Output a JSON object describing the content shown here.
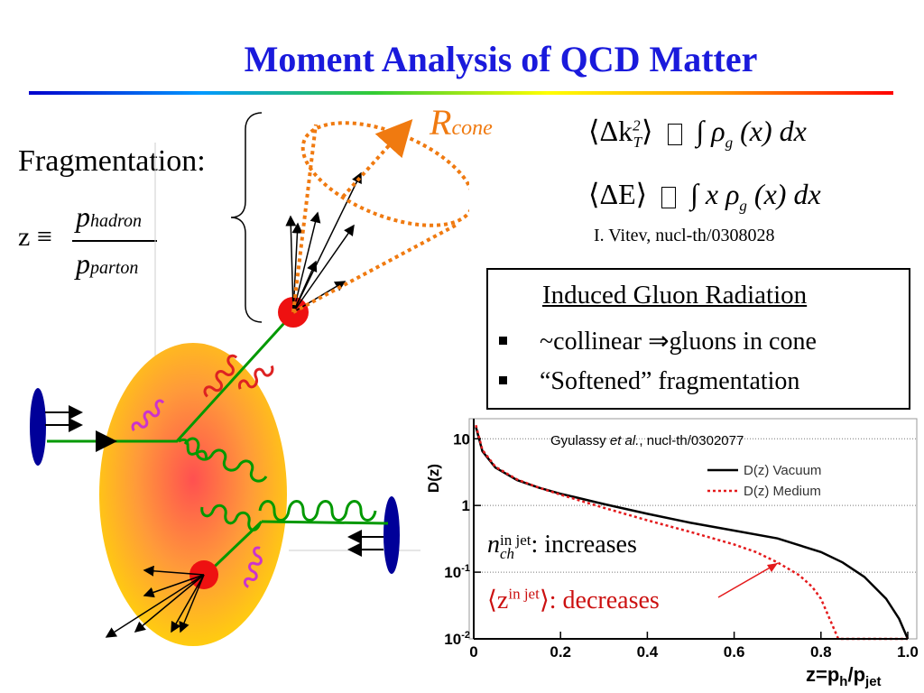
{
  "slide": {
    "title": "Moment Analysis of QCD Matter"
  },
  "left": {
    "fragmentation_label": "Fragmentation:",
    "z_symbol": "z ≡",
    "numerator": "p",
    "numerator_sub": "hadron",
    "denominator": "p",
    "denominator_sub": "parton"
  },
  "diagram": {
    "rcone_main": "R",
    "rcone_sub": "cone"
  },
  "formulas": {
    "kt_lhs": "⟨Δk",
    "kt_sup": "2",
    "kt_sub": "T",
    "kt_close": "⟩",
    "kt_rhs": "∫ ρ",
    "kt_rhs_sub": "g",
    "kt_tail": "(x) dx",
    "e_lhs": "⟨ΔE⟩",
    "e_rhs": "∫ x ρ",
    "e_rhs_sub": "g",
    "e_tail": "(x) dx",
    "reference": "I. Vitev, nucl-th/0308028"
  },
  "box": {
    "heading": "Induced Gluon Radiation",
    "bullets": [
      "~collinear ⇒gluons in cone",
      "“Softened” fragmentation"
    ]
  },
  "chart_data": {
    "type": "line",
    "title": "Gyulassy et al., nucl-th/0302077",
    "title_plain": "Gyulassy ",
    "title_italic": "et al.",
    "title_rest": ", nucl-th/0302077",
    "xlabel": "z=p",
    "xlabel_sub1": "h",
    "xlabel_mid": "/p",
    "xlabel_sub2": "jet",
    "ylabel": "D(z)",
    "log_y": true,
    "xlim": [
      0,
      1
    ],
    "ylim": [
      0.01,
      20
    ],
    "x_ticks": [
      "0",
      "0.2",
      "0.4",
      "0.6",
      "0.8",
      "1.0"
    ],
    "y_ticks": [
      {
        "base": "10",
        "exp": "",
        "value": 10
      },
      {
        "base": "1",
        "exp": "",
        "value": 1
      },
      {
        "base": "10",
        "exp": "-1",
        "value": 0.1
      },
      {
        "base": "10",
        "exp": "-2",
        "value": 0.01
      }
    ],
    "legend": {
      "placement": "top-right",
      "entries": [
        "D(z) Vacuum",
        "D(z) Medium"
      ]
    },
    "series": [
      {
        "name": "D(z) Vacuum",
        "color": "#000000",
        "style": "solid",
        "x": [
          0.005,
          0.02,
          0.05,
          0.1,
          0.15,
          0.2,
          0.3,
          0.4,
          0.5,
          0.6,
          0.7,
          0.8,
          0.85,
          0.9,
          0.95,
          0.98,
          1.0
        ],
        "y": [
          15,
          6.5,
          3.7,
          2.4,
          1.85,
          1.5,
          1.05,
          0.75,
          0.55,
          0.42,
          0.32,
          0.2,
          0.14,
          0.085,
          0.04,
          0.02,
          0.01
        ]
      },
      {
        "name": "D(z) Medium",
        "color": "#e41a1c",
        "style": "dashed",
        "x": [
          0.005,
          0.02,
          0.05,
          0.1,
          0.15,
          0.2,
          0.3,
          0.4,
          0.5,
          0.6,
          0.65,
          0.7,
          0.75,
          0.78,
          0.8,
          0.82,
          0.84,
          1.0
        ],
        "y": [
          16,
          6.8,
          3.8,
          2.45,
          1.85,
          1.45,
          0.92,
          0.6,
          0.4,
          0.26,
          0.2,
          0.14,
          0.09,
          0.06,
          0.04,
          0.02,
          0.01,
          0.01
        ]
      }
    ]
  },
  "chart_annotations": {
    "nch": "n",
    "nch_sup": "in jet",
    "nch_sub": "ch",
    "nch_text": ":  increases",
    "z_open": "⟨z",
    "z_sup": "in jet",
    "z_close": "⟩",
    "z_text": ":  decreases"
  }
}
